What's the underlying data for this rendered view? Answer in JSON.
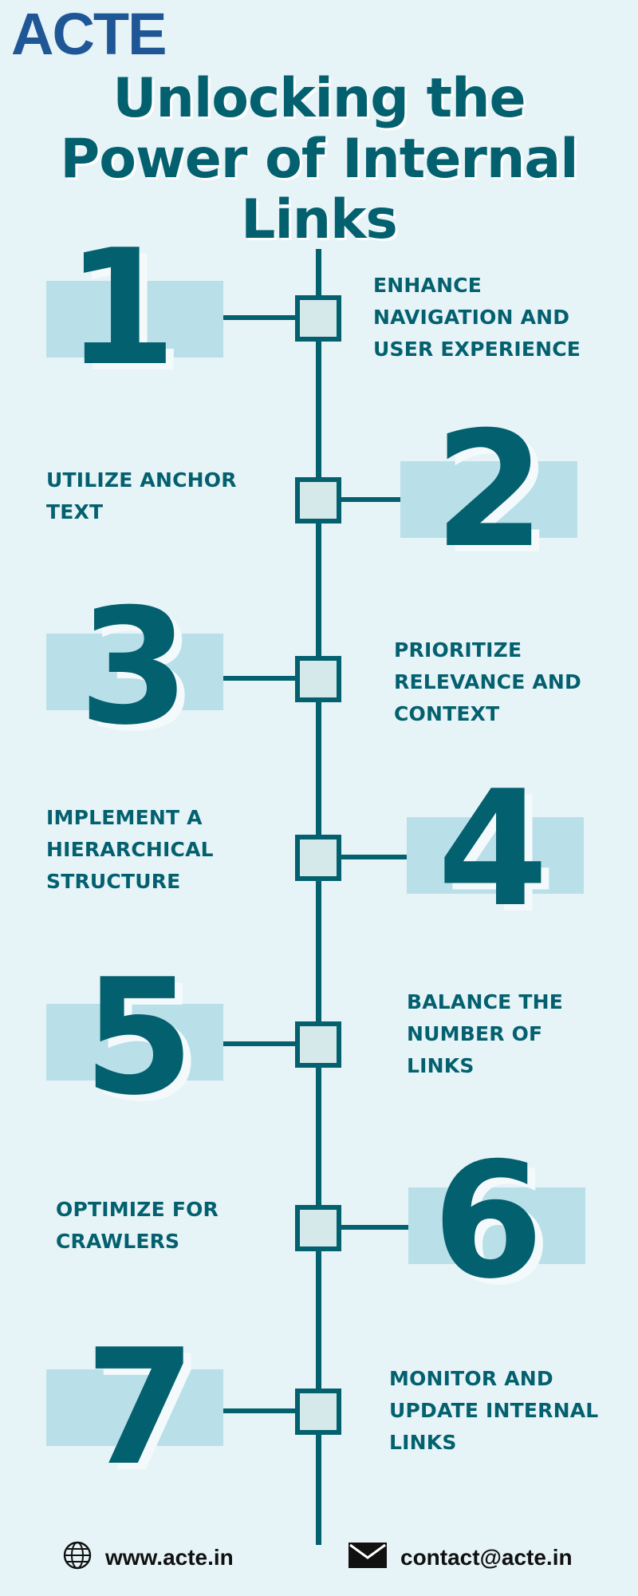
{
  "brand": {
    "logo": "ACTE"
  },
  "title_lines": [
    "Unlocking the",
    "Power of Internal",
    "Links"
  ],
  "steps": [
    {
      "number": "1",
      "label": "ENHANCE NAVIGATION AND USER EXPERIENCE"
    },
    {
      "number": "2",
      "label": "UTILIZE ANCHOR TEXT"
    },
    {
      "number": "3",
      "label": "PRIORITIZE RELEVANCE AND CONTEXT"
    },
    {
      "number": "4",
      "label": "IMPLEMENT A HIERARCHICAL STRUCTURE"
    },
    {
      "number": "5",
      "label": "BALANCE THE NUMBER OF LINKS"
    },
    {
      "number": "6",
      "label": "OPTIMIZE FOR CRAWLERS"
    },
    {
      "number": "7",
      "label": "MONITOR AND UPDATE INTERNAL LINKS"
    }
  ],
  "footer": {
    "website": "www.acte.in",
    "email": "contact@acte.in",
    "website_icon": "globe-icon",
    "email_icon": "envelope-icon"
  },
  "colors": {
    "background": "#e6f3f7",
    "primary": "#03606e",
    "band": "#b9dfe9",
    "node_fill": "#d6e9ea",
    "logo": "#1f5796"
  }
}
